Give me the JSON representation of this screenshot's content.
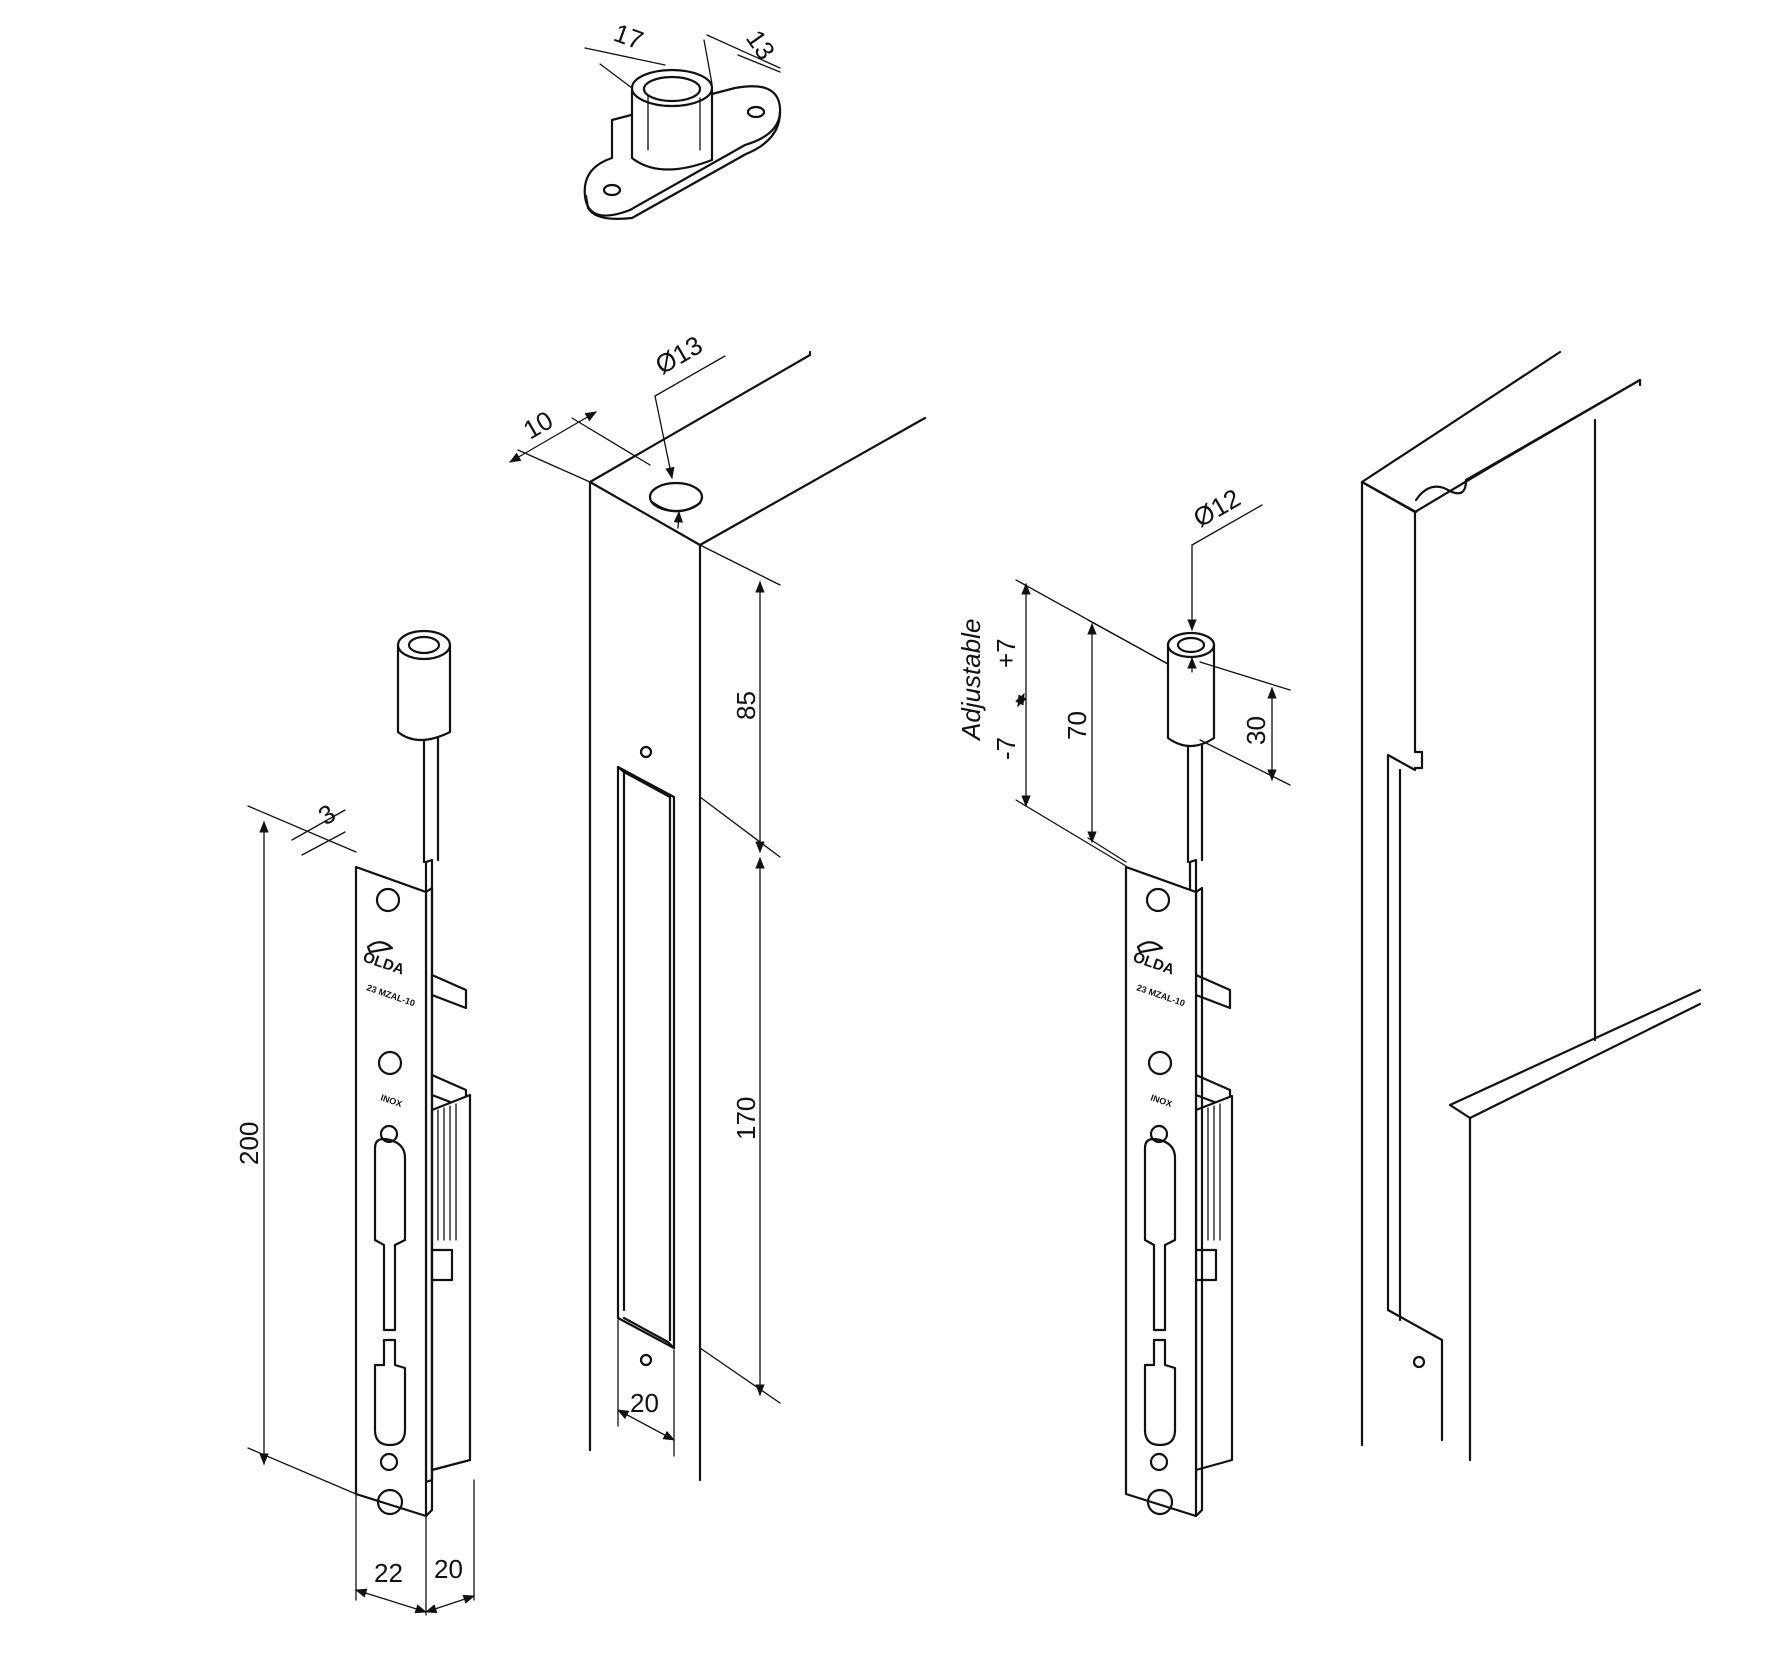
{
  "colors": {
    "line": "#111111",
    "background": "#ffffff"
  },
  "dimensions": {
    "guide_width": "17",
    "guide_depth": "13",
    "hole_diameter_frame": "Ø13",
    "edge_offset": "10",
    "top_to_slot": "85",
    "slot_length": "170",
    "slot_width": "20",
    "bolt_lip": "3",
    "plate_length": "200",
    "plate_width": "22",
    "body_depth": "20",
    "rod_diameter": "Ø12",
    "adjustable_label": "Adjustable",
    "adjust_range_minus": "-7",
    "adjust_range_plus": "+7",
    "rod_travel": "70",
    "rod_tip": "30"
  },
  "markings": {
    "brand": "OLDA",
    "model_code": "23 MZAL-10",
    "stamp": "INOX"
  },
  "icons": {
    "arrow": "double-arrow-icon",
    "logo": "olda-logo-icon"
  }
}
